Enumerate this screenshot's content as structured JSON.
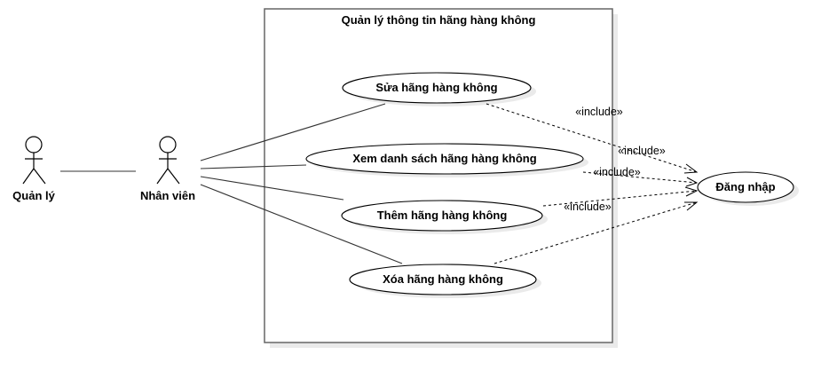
{
  "system": {
    "title": "Quản lý thông tin  hãng hàng không"
  },
  "actors": {
    "manager": "Quản lý",
    "staff": "Nhân viên"
  },
  "usecases": {
    "edit": "Sửa  hãng hàng không",
    "list": "Xem danh sách  hãng hàng không",
    "add": "Thêm  hãng hàng không",
    "delete": "Xóa  hãng hàng không",
    "login": "Đăng nhập"
  },
  "relations": {
    "include_label": "«include»"
  }
}
